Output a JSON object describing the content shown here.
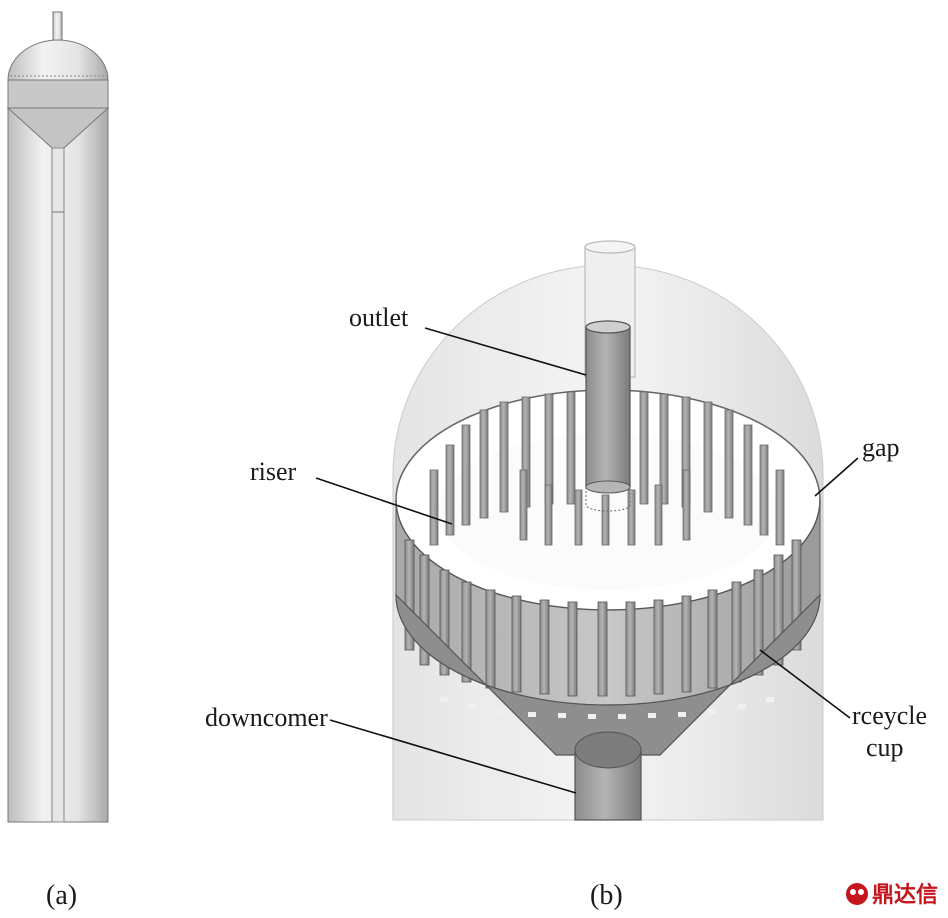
{
  "labels": {
    "outlet": "outlet",
    "gap": "gap",
    "riser": "riser",
    "downcomer": "downcomer",
    "recycle_line1": "rceycle",
    "recycle_line2": "cup"
  },
  "captions": {
    "a": "(a)",
    "b": "(b)"
  },
  "watermark": {
    "text": "鼎达信",
    "color": "#c4161c"
  }
}
